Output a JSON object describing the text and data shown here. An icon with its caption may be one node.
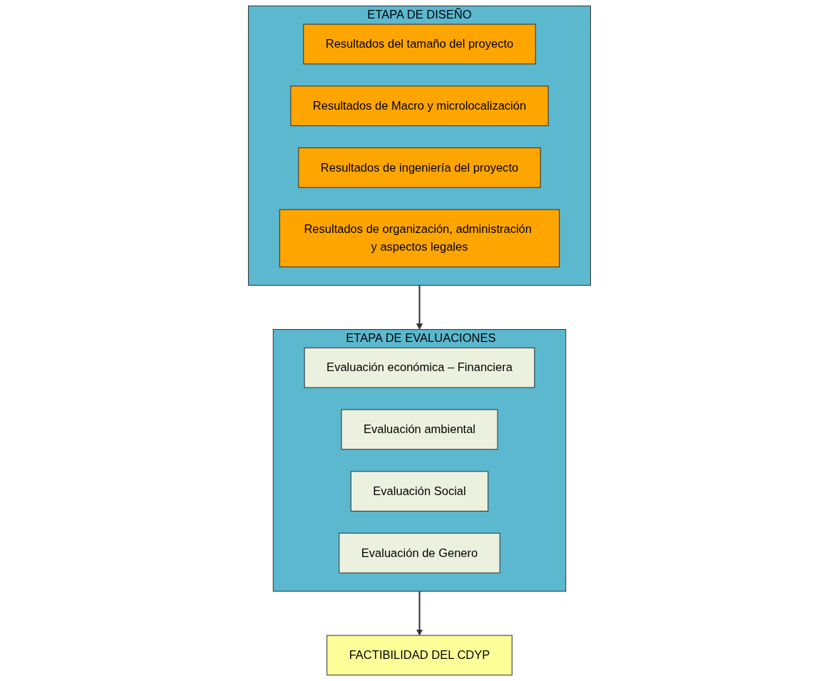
{
  "diagram": {
    "nodes": [
      {
        "text": [
          "ETAPA DE DISEÑO"
        ]
      },
      {
        "text": [
          "Resultados del tamaño del proyecto"
        ],
        "in": 0
      },
      {
        "text": [
          "Resultados de Macro y microlocalización"
        ],
        "in": 0
      },
      {
        "text": [
          "Resultados de ingeniería del proyecto"
        ],
        "in": 0
      },
      {
        "text": [
          "Resultados de organización, administración y aspectos legales"
        ],
        "in": 0
      },
      {
        "text": [
          "ETAPA DE EVALUACIONES"
        ]
      },
      {
        "text": [
          "Evaluación económica – Financiera"
        ],
        "in": 5
      },
      {
        "text": [
          "Evaluación ambiental"
        ],
        "in": 5
      },
      {
        "text": [
          "Evaluación Social"
        ],
        "in": 5
      },
      {
        "text": [
          "Evaluación de Genero"
        ],
        "in": 5
      },
      {
        "text": [
          "FACTIBILIDAD DEL CDYP"
        ]
      }
    ],
    "edges": [
      {
        "from": 0,
        "to": 5,
        "arrow": "to"
      },
      {
        "from": 5,
        "to": 10,
        "arrow": "to"
      }
    ]
  }
}
